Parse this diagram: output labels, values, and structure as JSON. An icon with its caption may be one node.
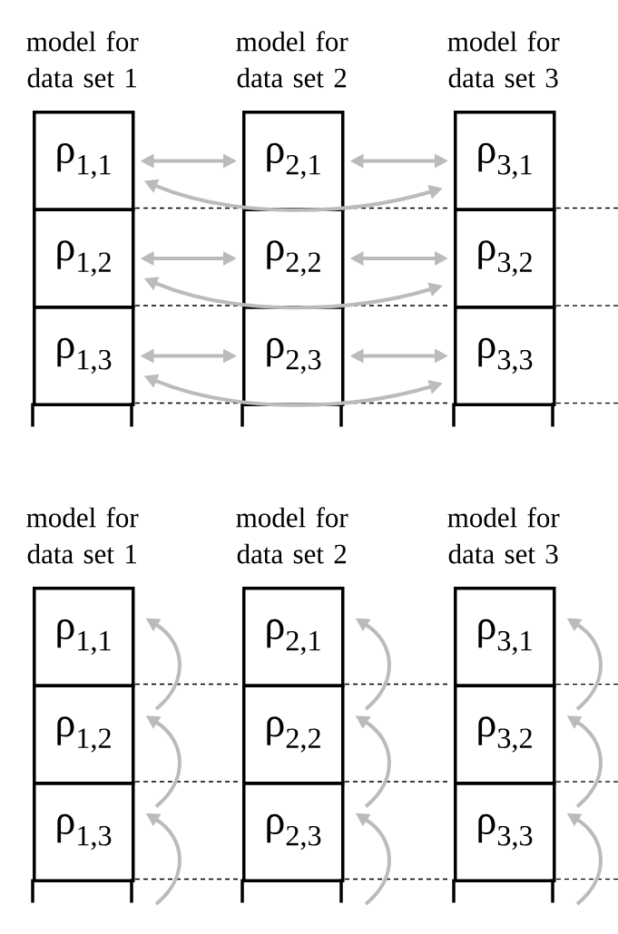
{
  "diagram": {
    "nodes": [
      {
        "text": [
          "model for data set 1"
        ]
      },
      {
        "text": [
          "ρ$_{1,1}$"
        ],
        "in": 0
      },
      {
        "text": [
          "ρ$_{1,2}$"
        ],
        "in": 0
      },
      {
        "text": [
          "ρ$_{1,3}$"
        ],
        "in": 0
      },
      {
        "text": [
          "model for data set 2"
        ]
      },
      {
        "text": [
          "ρ$_{2,1}$"
        ],
        "in": 4
      },
      {
        "text": [
          "ρ$_{2,2}$"
        ],
        "in": 4
      },
      {
        "text": [
          "ρ$_{2,3}$"
        ],
        "in": 4
      },
      {
        "text": [
          "model for data set 3"
        ]
      },
      {
        "text": [
          "ρ$_{3,1}$"
        ],
        "in": 8
      },
      {
        "text": [
          "ρ$_{3,2}$"
        ],
        "in": 8
      },
      {
        "text": [
          "ρ$_{3,3}$"
        ],
        "in": 8
      },
      {
        "text": [
          "model for data set 1"
        ]
      },
      {
        "text": [
          "ρ$_{1,1}$"
        ],
        "in": 12
      },
      {
        "text": [
          "ρ$_{1,2}$"
        ],
        "in": 12
      },
      {
        "text": [
          "ρ$_{1,3}$"
        ],
        "in": 12
      },
      {
        "text": [
          "model for data set 2"
        ]
      },
      {
        "text": [
          "ρ$_{2,1}$"
        ],
        "in": 16
      },
      {
        "text": [
          "ρ$_{2,2}$"
        ],
        "in": 16
      },
      {
        "text": [
          "ρ$_{2,3}$"
        ],
        "in": 16
      },
      {
        "text": [
          "model for data set 3"
        ]
      },
      {
        "text": [
          "ρ$_{3,1}$"
        ],
        "in": 20
      },
      {
        "text": [
          "ρ$_{3,2}$"
        ],
        "in": 20
      },
      {
        "text": [
          "ρ$_{3,3}$"
        ],
        "in": 20
      }
    ],
    "edges": [
      {
        "from": 1,
        "to": 5,
        "arrow": "both"
      },
      {
        "from": 5,
        "to": 9,
        "arrow": "both"
      },
      {
        "from": 1,
        "to": 9,
        "arrow": "both"
      },
      {
        "from": 2,
        "to": 6,
        "arrow": "both"
      },
      {
        "from": 6,
        "to": 10,
        "arrow": "both"
      },
      {
        "from": 2,
        "to": 10,
        "arrow": "both"
      },
      {
        "from": 3,
        "to": 7,
        "arrow": "both"
      },
      {
        "from": 7,
        "to": 11,
        "arrow": "both"
      },
      {
        "from": 3,
        "to": 11,
        "arrow": "both"
      },
      {
        "from": null,
        "to": 13,
        "arrow": "to"
      },
      {
        "from": null,
        "to": 14,
        "arrow": "to"
      },
      {
        "from": null,
        "to": 15,
        "arrow": "to"
      },
      {
        "from": null,
        "to": 17,
        "arrow": "to"
      },
      {
        "from": null,
        "to": 18,
        "arrow": "to"
      },
      {
        "from": null,
        "to": 19,
        "arrow": "to"
      },
      {
        "from": null,
        "to": 21,
        "arrow": "to"
      },
      {
        "from": null,
        "to": 22,
        "arrow": "to"
      },
      {
        "from": null,
        "to": 23,
        "arrow": "to"
      }
    ]
  }
}
